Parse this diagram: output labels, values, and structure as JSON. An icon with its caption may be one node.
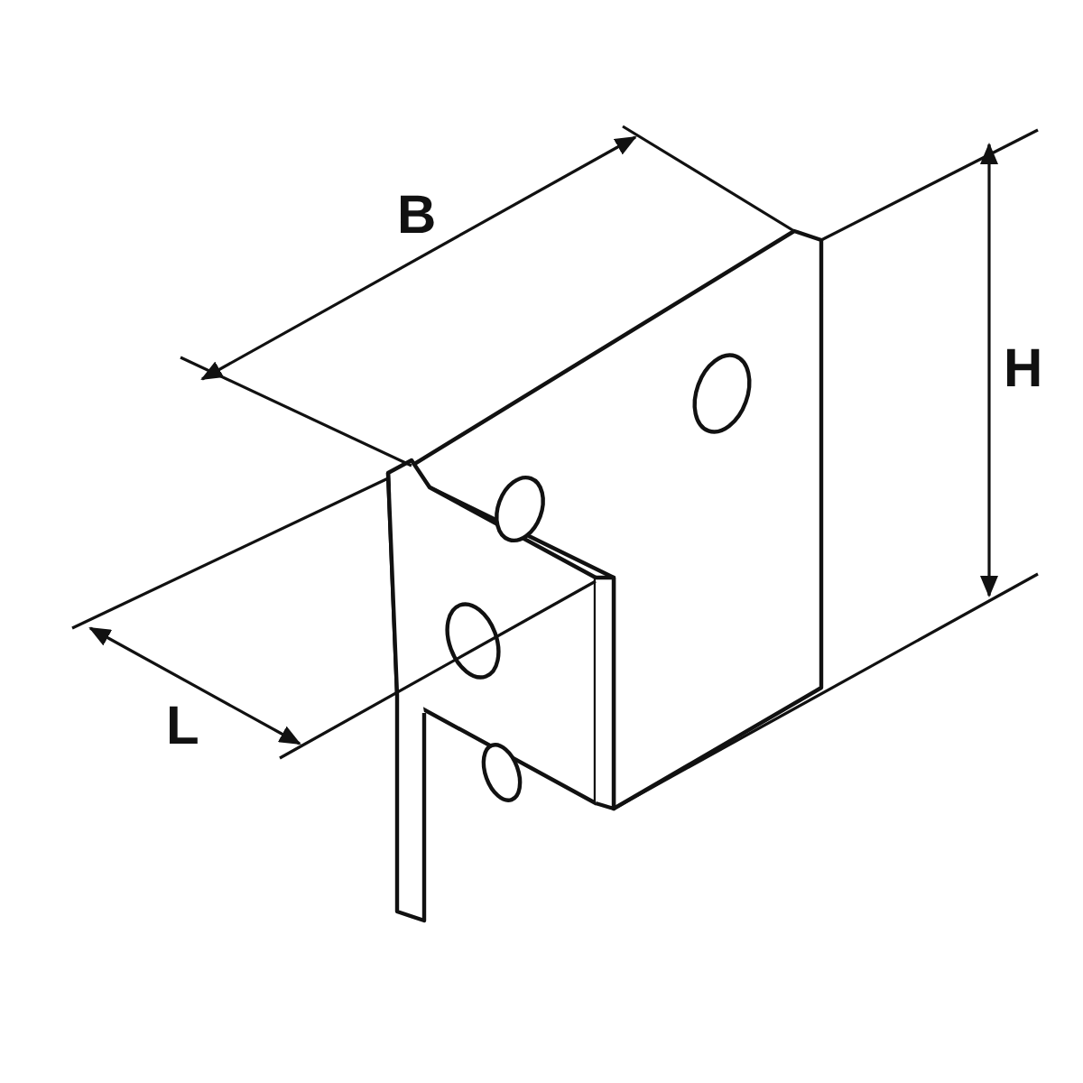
{
  "diagram": {
    "labels": [
      "B",
      "H",
      "L"
    ]
  }
}
